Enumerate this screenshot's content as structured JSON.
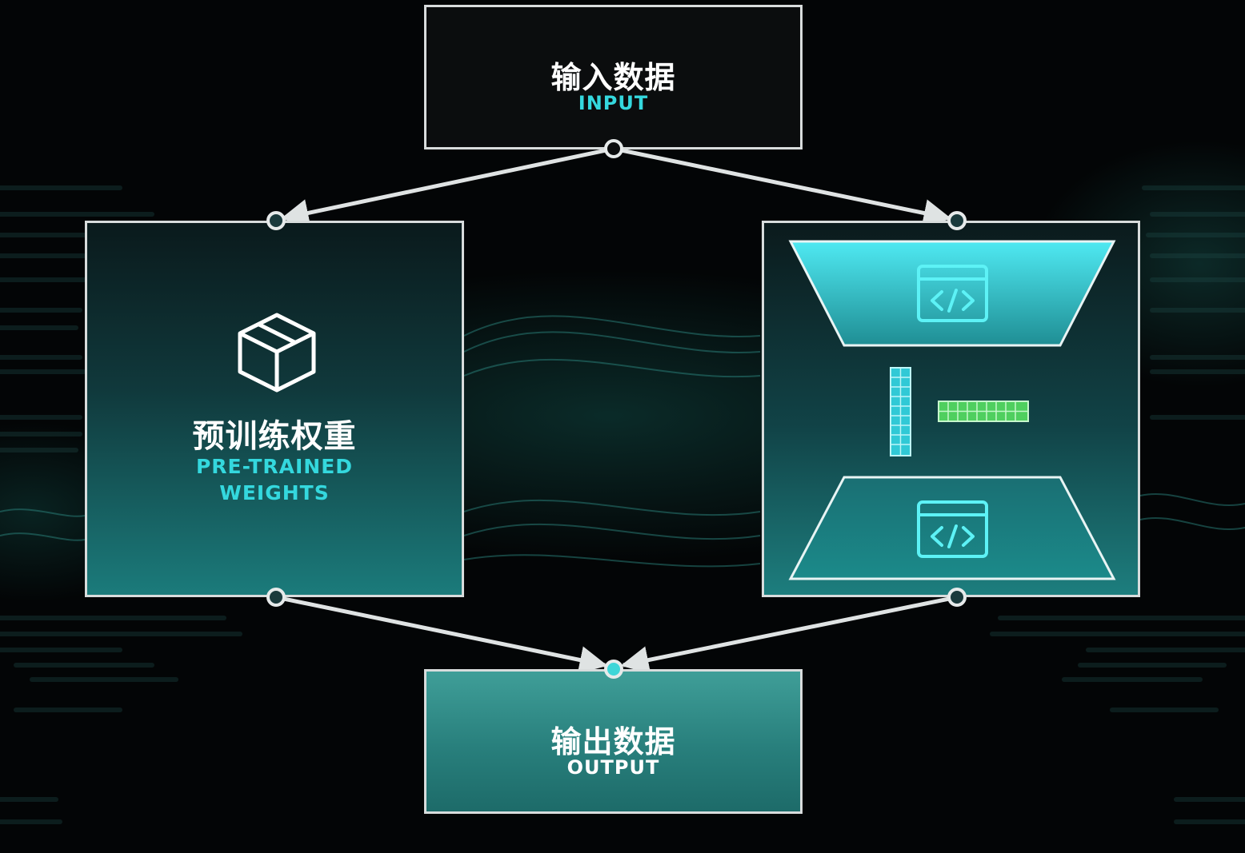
{
  "nodes": {
    "input": {
      "label_zh": "输入数据",
      "label_en": "INPUT"
    },
    "weights": {
      "label_zh": "预训练权重",
      "label_en_line1": "PRE-TRAINED",
      "label_en_line2": "WEIGHTS",
      "icon": "package-box-icon"
    },
    "model": {
      "upper_icon": "code-window-icon",
      "lower_icon": "code-window-icon"
    },
    "output": {
      "label_zh": "输出数据",
      "label_en": "OUTPUT"
    }
  },
  "colors": {
    "accent_cyan": "#34d8de",
    "matrix_green": "#55d66a",
    "border": "#d8dcdc",
    "background": "#030506"
  }
}
